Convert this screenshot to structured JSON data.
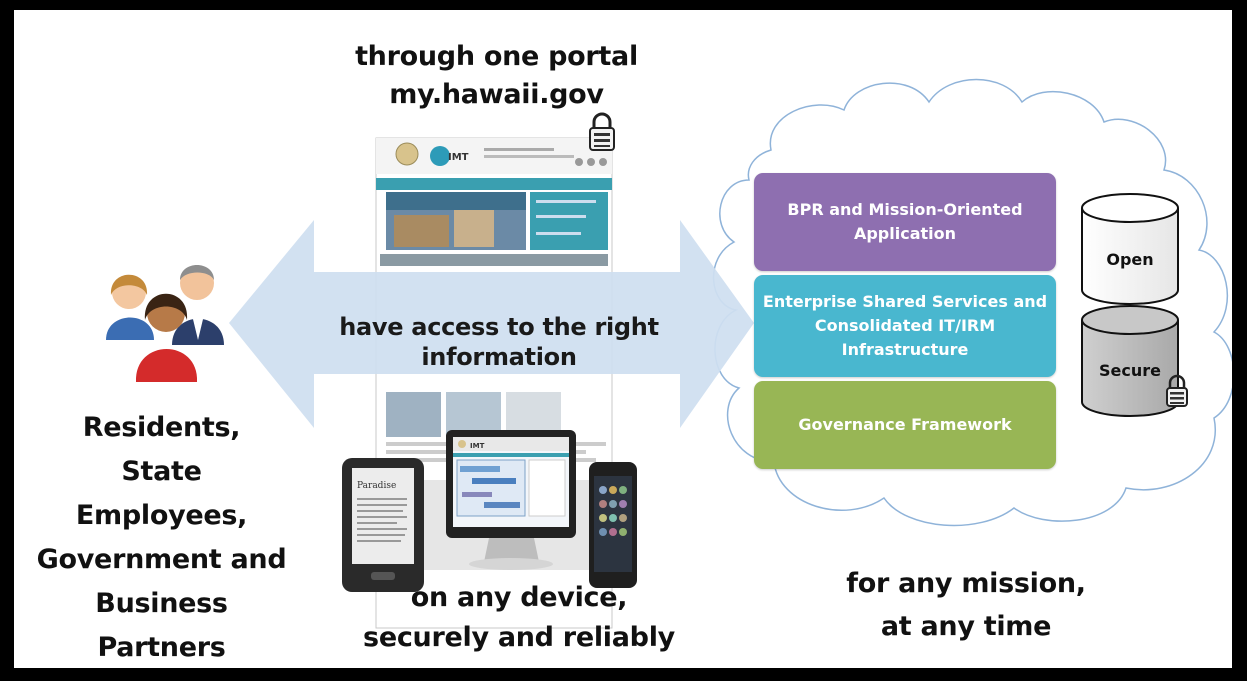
{
  "portal": {
    "line1": "through one portal",
    "line2": "my.hawaii.gov"
  },
  "users": {
    "line1": "Residents,",
    "line2": "State Employees,",
    "line3": "Government and",
    "line4": "Business Partners"
  },
  "arrow": {
    "label": "have access to the right information"
  },
  "devices": {
    "line1": "on any device,",
    "line2": "securely and reliably"
  },
  "mission": {
    "line1": "for any mission,",
    "line2": "at any time"
  },
  "bands": {
    "b1": "BPR and Mission-Oriented Application",
    "b2": "Enterprise Shared Services and Consolidated IT/IRM Infrastructure",
    "b3": "Governance Framework"
  },
  "databases": {
    "open": "Open",
    "secure": "Secure"
  },
  "colors": {
    "bpr": "#8e6fb0",
    "shared": "#49b7cf",
    "governance": "#98b655",
    "arrow": "#cfdff0",
    "cloud_outline": "#8fb3d9"
  },
  "icons": {
    "users": "people-group-icon",
    "lock": "padlock-icon",
    "portal": "website-screenshot",
    "devices": "ereader-monitor-phone"
  },
  "website": {
    "brand": "IMT"
  },
  "ereader": {
    "title": "Paradise"
  }
}
